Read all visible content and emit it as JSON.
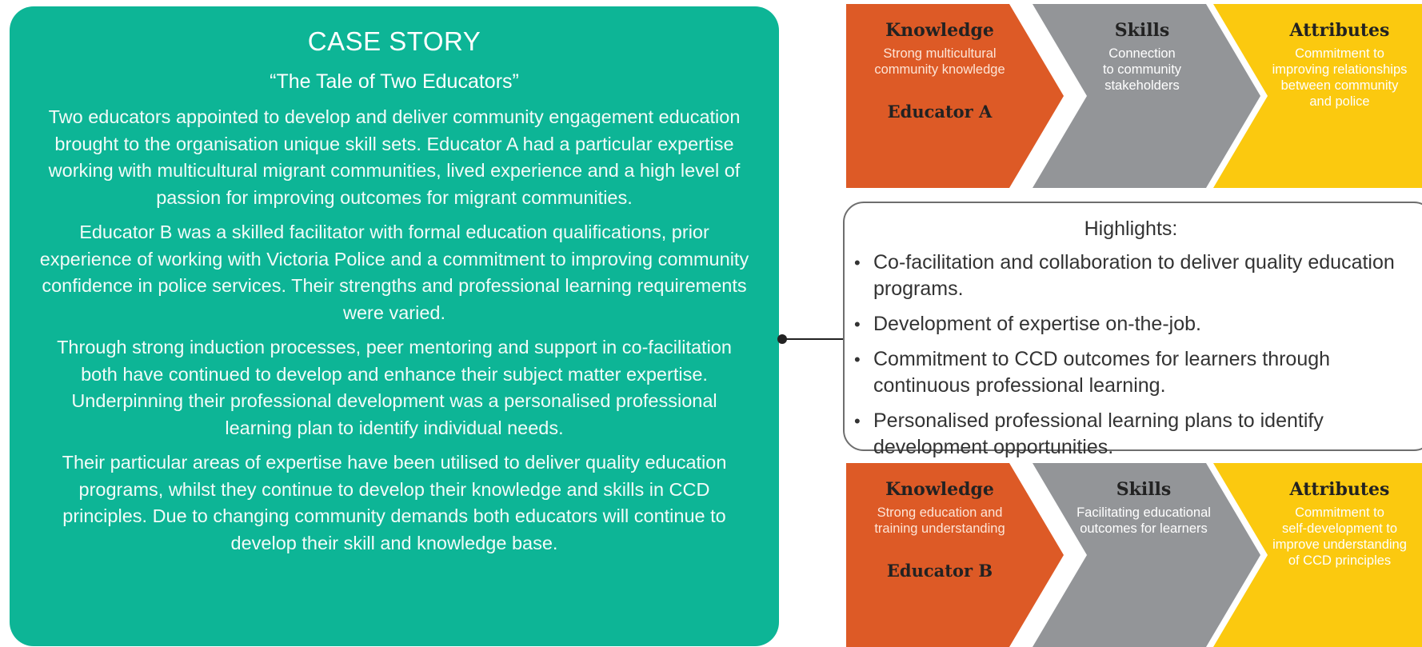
{
  "case": {
    "title": "CASE STORY",
    "subtitle": "“The Tale of Two Educators”",
    "paragraphs": [
      "Two educators appointed to develop and deliver community engagement education brought to the organisation unique skill sets. Educator A had a particular expertise working with multicultural migrant communities, lived experience and a high level of passion for improving outcomes for migrant communities.",
      "Educator B was a skilled facilitator with formal education qualifications, prior experience of working with Victoria Police and a commitment to improving community confidence in police services. Their strengths and professional learning requirements were varied.",
      "Through strong induction processes, peer mentoring and support in co-facilitation both have continued to develop and enhance their subject matter expertise. Underpinning their professional development was a personalised professional learning plan to identify individual needs.",
      "Their particular areas of expertise have been utilised to deliver quality education programs, whilst they continue to develop their knowledge and skills in CCD principles. Due to changing community demands both educators will continue to develop their skill and knowledge base."
    ]
  },
  "educator_a": {
    "name": "Educator A",
    "knowledge": {
      "heading": "Knowledge",
      "lines": [
        "Strong multicultural",
        "community knowledge"
      ]
    },
    "skills": {
      "heading": "Skills",
      "lines": [
        "Connection",
        "to community",
        "stakeholders"
      ]
    },
    "attributes": {
      "heading": "Attributes",
      "lines": [
        "Commitment to",
        "improving relationships",
        "between community",
        "and police"
      ]
    }
  },
  "educator_b": {
    "name": "Educator B",
    "knowledge": {
      "heading": "Knowledge",
      "lines": [
        "Strong education and",
        "training understanding"
      ]
    },
    "skills": {
      "heading": "Skills",
      "lines": [
        "Facilitating educational",
        "outcomes for learners"
      ]
    },
    "attributes": {
      "heading": "Attributes",
      "lines": [
        "Commitment to",
        "self-development to",
        "improve understanding",
        "of CCD principles"
      ]
    }
  },
  "highlights": {
    "title": "Highlights:",
    "items": [
      "Co-facilitation and collaboration to deliver quality education programs.",
      "Development of expertise on-the-job.",
      "Commitment to CCD outcomes for learners through continuous professional learning.",
      "Personalised professional learning plans to identify development opportunities."
    ]
  },
  "colors": {
    "case_bg": "#0db596",
    "knowledge": "#dd5a26",
    "skills": "#939598",
    "attributes": "#fbc90f"
  }
}
